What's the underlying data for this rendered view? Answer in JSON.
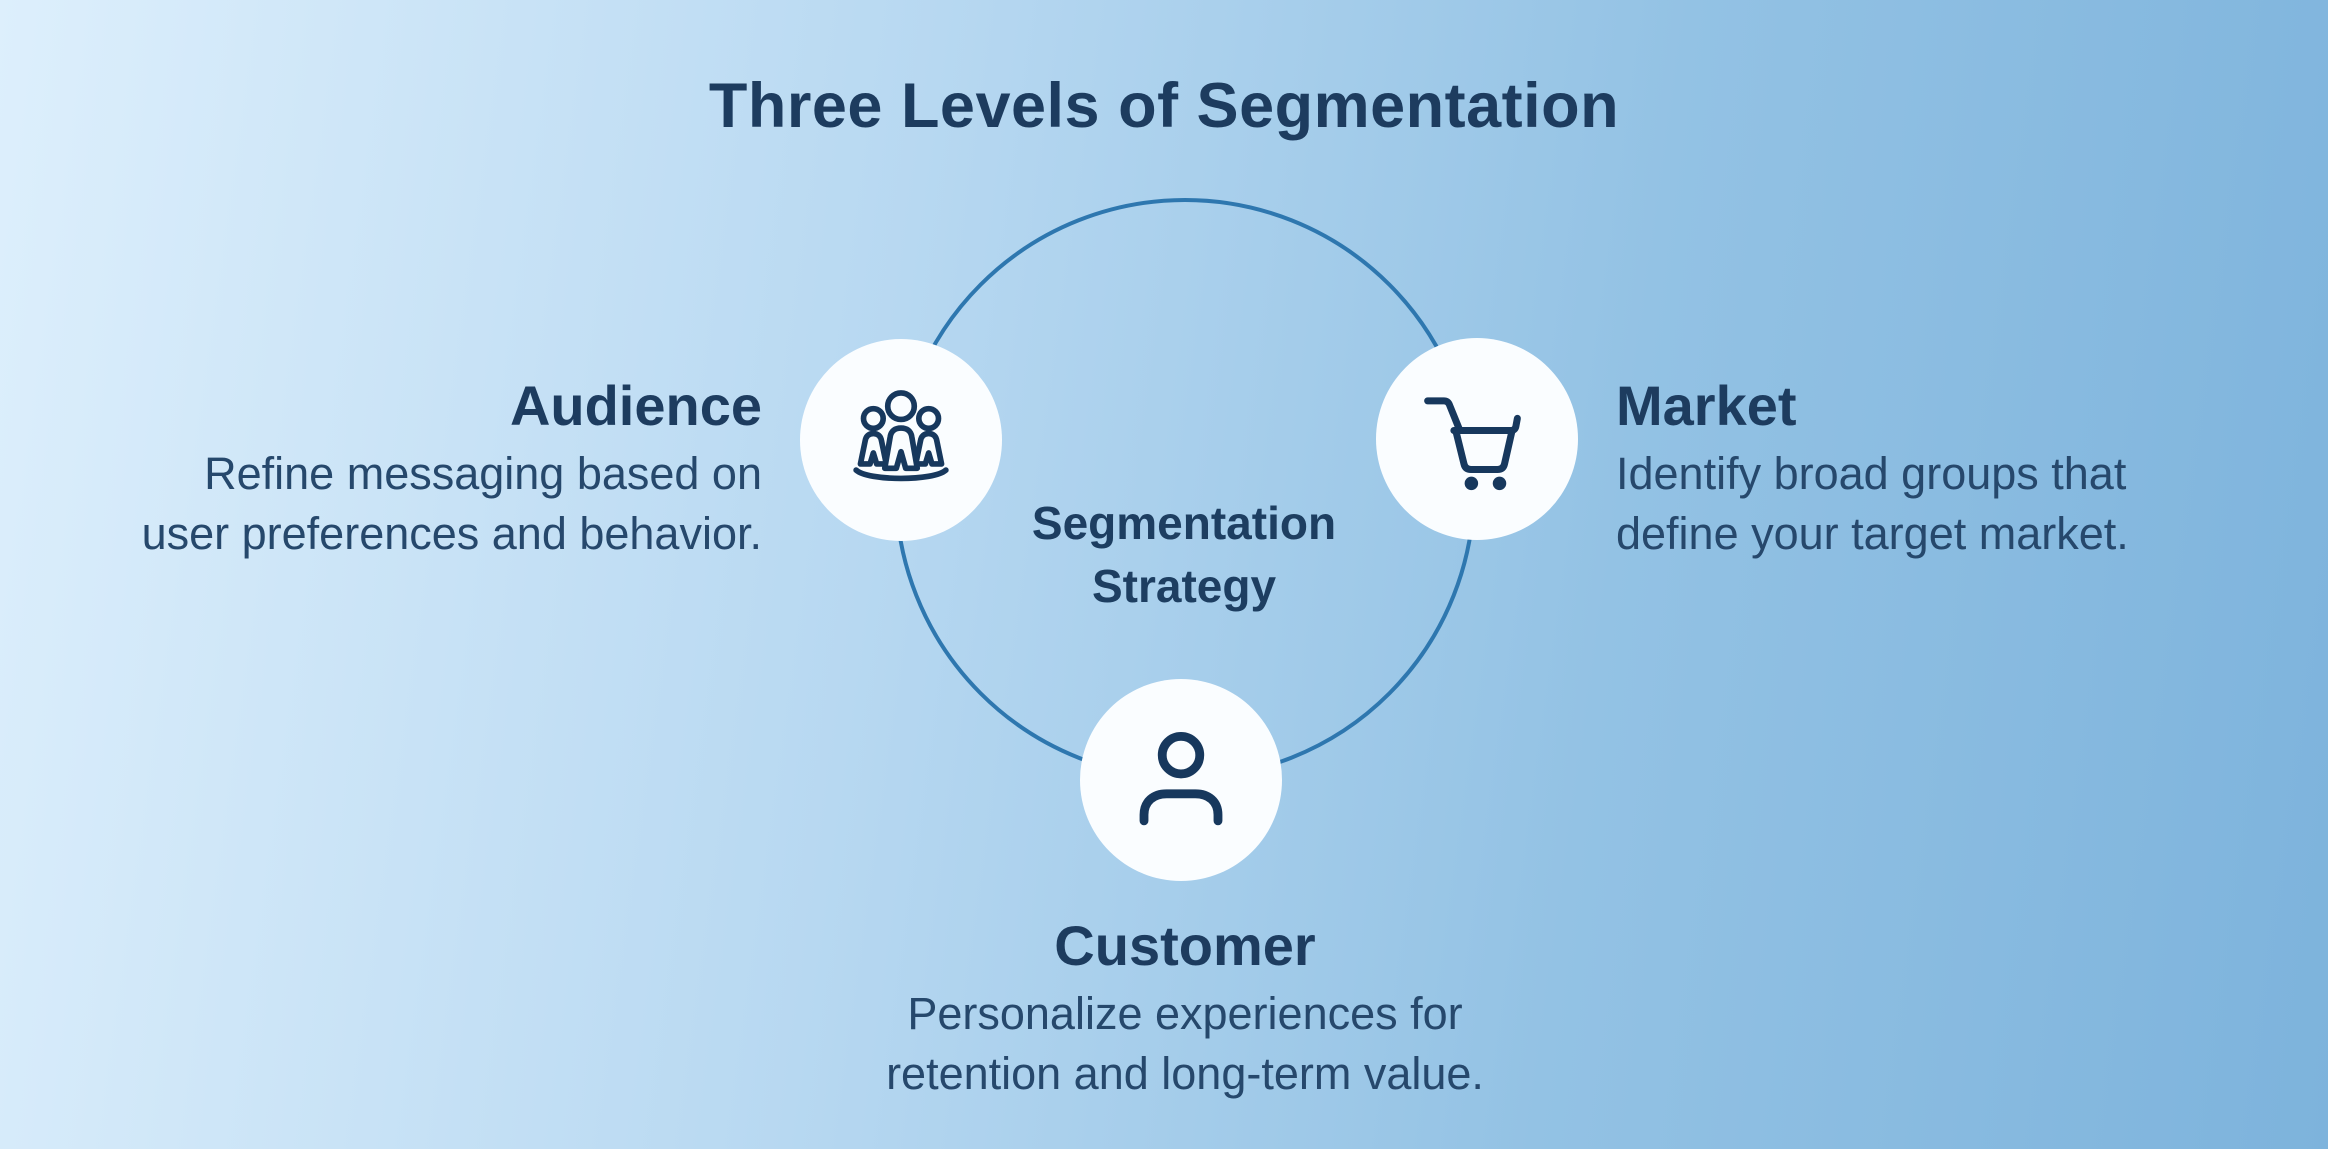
{
  "title": "Three Levels of Segmentation",
  "center_label": "Segmentation Strategy",
  "sections": [
    {
      "heading": "Audience",
      "icon": "people-group-icon",
      "desc_lines": [
        "Refine messaging based on",
        "user preferences and behavior."
      ]
    },
    {
      "heading": "Market",
      "icon": "shopping-cart-icon",
      "desc_lines": [
        "Identify broad groups that",
        "define your target market."
      ]
    },
    {
      "heading": "Customer",
      "icon": "person-icon",
      "desc_lines": [
        "Personalize experiences for",
        "retention and long-term value."
      ]
    }
  ],
  "colors": {
    "heading_text": "#1d3c5f",
    "body_text": "#26486c",
    "icon": "#17385d",
    "ring": "#2e77af",
    "badge_fill": "#fafdff",
    "background_start": "#ddeffc",
    "background_end": "#7db3dc"
  }
}
